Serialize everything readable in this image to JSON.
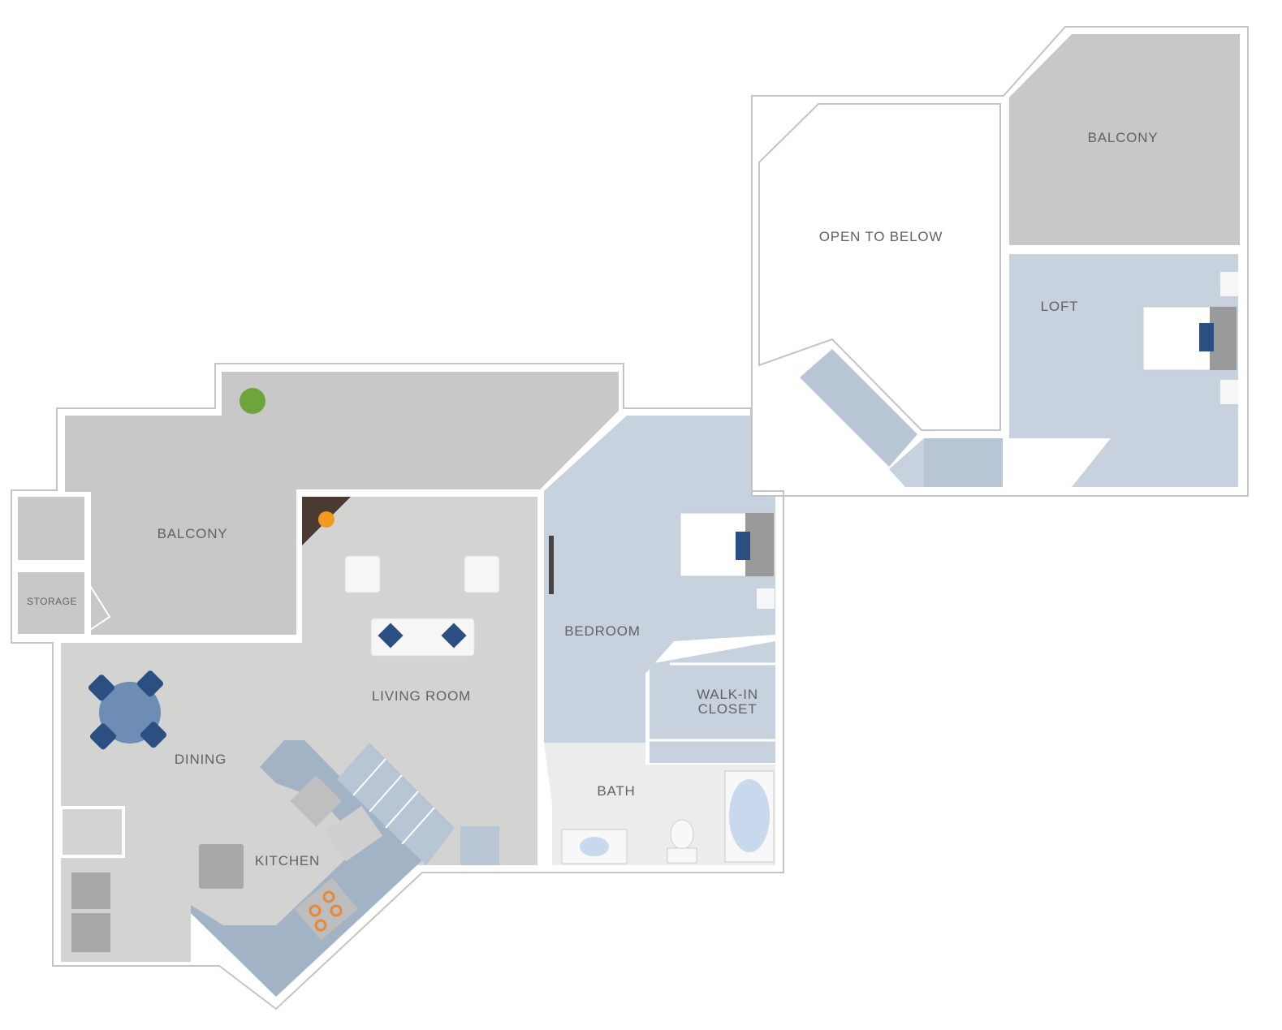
{
  "colors": {
    "balcony": "#c8c8c8",
    "wood_floor": "#d3d3d2",
    "carpet": "#c8d2de",
    "counter": "#a3b3c6",
    "stairs": "#b7c5d4",
    "marble": "#ececec",
    "accent_navy": "#2b4f80"
  },
  "rooms": {
    "balcony_main": "BALCONY",
    "storage": "STORAGE",
    "living_room": "LIVING ROOM",
    "dining": "DINING",
    "kitchen": "KITCHEN",
    "bedroom": "BEDROOM",
    "walk_in_closet_line1": "WALK-IN",
    "walk_in_closet_line2": "CLOSET",
    "bath": "BATH",
    "open_to_below": "OPEN TO BELOW",
    "balcony_upper": "BALCONY",
    "loft": "LOFT"
  }
}
